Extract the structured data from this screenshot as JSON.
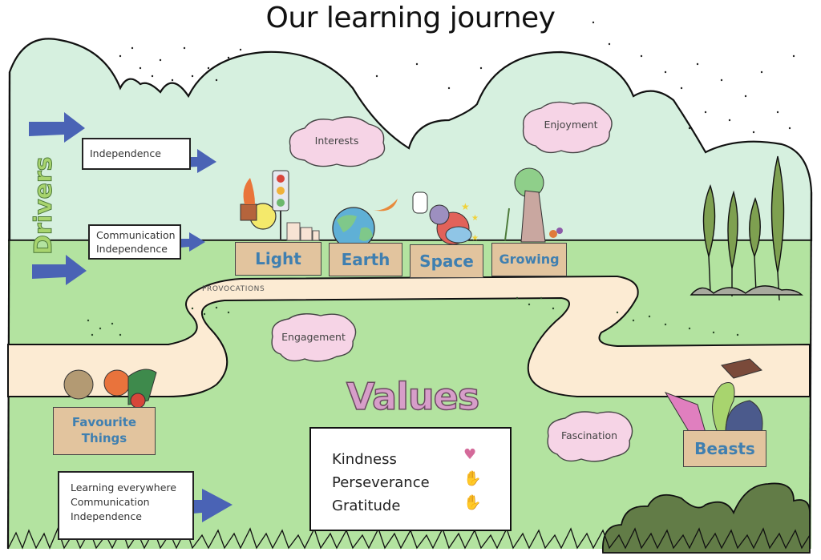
{
  "title": "Our learning journey",
  "drivers": {
    "label": "Drivers",
    "boxes": [
      {
        "lines": [
          "Independence"
        ]
      },
      {
        "lines": [
          "Communication",
          "Independence"
        ]
      },
      {
        "lines": [
          "Learning everywhere",
          "Communication",
          "Independence"
        ]
      }
    ]
  },
  "clouds": [
    {
      "label": "Interests"
    },
    {
      "label": "Enjoyment"
    },
    {
      "label": "Engagement"
    },
    {
      "label": "Fascination"
    }
  ],
  "provocations": {
    "label": "PROVOCATIONS",
    "topics": [
      {
        "label": "Light"
      },
      {
        "label": "Earth"
      },
      {
        "label": "Space"
      },
      {
        "label": "Growing"
      }
    ]
  },
  "favourite_things": {
    "line1": "Favourite",
    "line2": "Things"
  },
  "beasts": {
    "label": "Beasts"
  },
  "values": {
    "heading": "Values",
    "items": [
      {
        "label": "Kindness",
        "icon": "heart-hands-icon"
      },
      {
        "label": "Perseverance",
        "icon": "raised-hands-icon"
      },
      {
        "label": "Gratitude",
        "icon": "clapping-hands-icon"
      }
    ]
  },
  "colors": {
    "sky_hills": "#d6f0df",
    "grass": "#b3e3a0",
    "path": "#fcebd3",
    "cloud": "#f6d4e6",
    "arrow": "#4a63b5",
    "sign": "#e2c49e",
    "sign_text": "#3f7fb0",
    "bush": "#627c47",
    "drivers_text": "#8bbf5a",
    "values_text": "#d79ec9"
  }
}
